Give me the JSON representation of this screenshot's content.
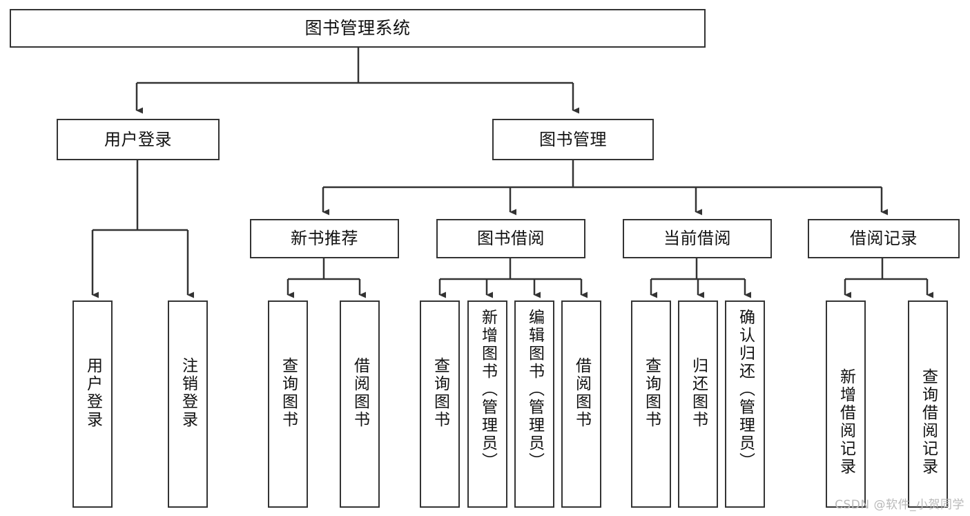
{
  "diagram": {
    "title": "图书管理系统",
    "type": "tree-hierarchy-chart",
    "root": {
      "id": "root",
      "label": "图书管理系统"
    },
    "level2": [
      {
        "id": "user-login",
        "label": "用户登录"
      },
      {
        "id": "book-manage",
        "label": "图书管理"
      }
    ],
    "level3": [
      {
        "id": "new-book-rec",
        "label": "新书推荐",
        "parent": "book-manage"
      },
      {
        "id": "book-borrow",
        "label": "图书借阅",
        "parent": "book-manage"
      },
      {
        "id": "current-borrow",
        "label": "当前借阅",
        "parent": "book-manage"
      },
      {
        "id": "borrow-record",
        "label": "借阅记录",
        "parent": "book-manage"
      }
    ],
    "leaves": [
      {
        "id": "leaf-user-login",
        "label": "用户登录",
        "parent": "user-login"
      },
      {
        "id": "leaf-logout",
        "label": "注销登录",
        "parent": "user-login"
      },
      {
        "id": "leaf-query-book-1",
        "label": "查询图书",
        "parent": "new-book-rec"
      },
      {
        "id": "leaf-borrow-book-1",
        "label": "借阅图书",
        "parent": "new-book-rec"
      },
      {
        "id": "leaf-query-book-2",
        "label": "查询图书",
        "parent": "book-borrow"
      },
      {
        "id": "leaf-add-book",
        "label": "新增图书（管理员）",
        "parent": "book-borrow"
      },
      {
        "id": "leaf-edit-book",
        "label": "编辑图书（管理员）",
        "parent": "book-borrow"
      },
      {
        "id": "leaf-borrow-book-2",
        "label": "借阅图书",
        "parent": "book-borrow"
      },
      {
        "id": "leaf-query-book-3",
        "label": "查询图书",
        "parent": "current-borrow"
      },
      {
        "id": "leaf-return-book",
        "label": "归还图书",
        "parent": "current-borrow"
      },
      {
        "id": "leaf-confirm-return",
        "label": "确认归还（管理员）",
        "parent": "current-borrow"
      },
      {
        "id": "leaf-add-record",
        "label": "新增借阅记录",
        "parent": "borrow-record"
      },
      {
        "id": "leaf-query-record",
        "label": "查询借阅记录",
        "parent": "borrow-record"
      }
    ],
    "colors": {
      "stroke": "#333333",
      "fill": "#ffffff",
      "text": "#111111",
      "watermark": "#b9b9b9"
    }
  },
  "watermark": {
    "text": "CSDN @软件_小贺同学"
  }
}
